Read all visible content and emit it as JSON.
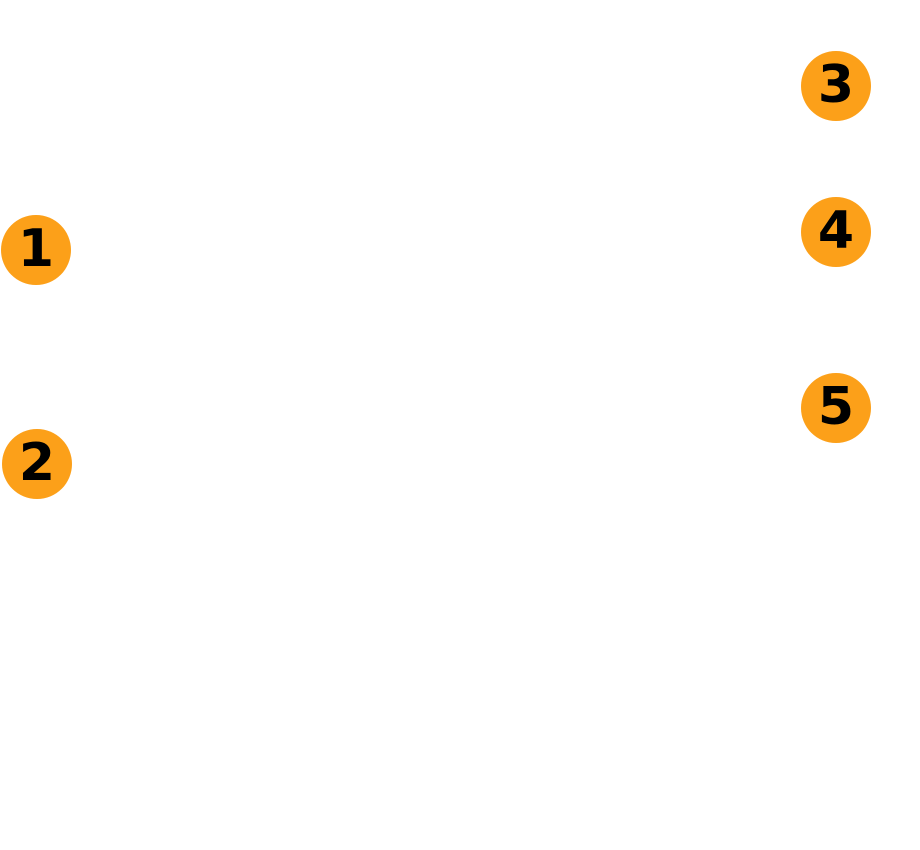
{
  "colors": {
    "background": "#ffffff",
    "marker_fill": "#fca019",
    "marker_text": "#000000"
  },
  "markers": [
    {
      "label": "1"
    },
    {
      "label": "2"
    },
    {
      "label": "3"
    },
    {
      "label": "4"
    },
    {
      "label": "5"
    }
  ]
}
